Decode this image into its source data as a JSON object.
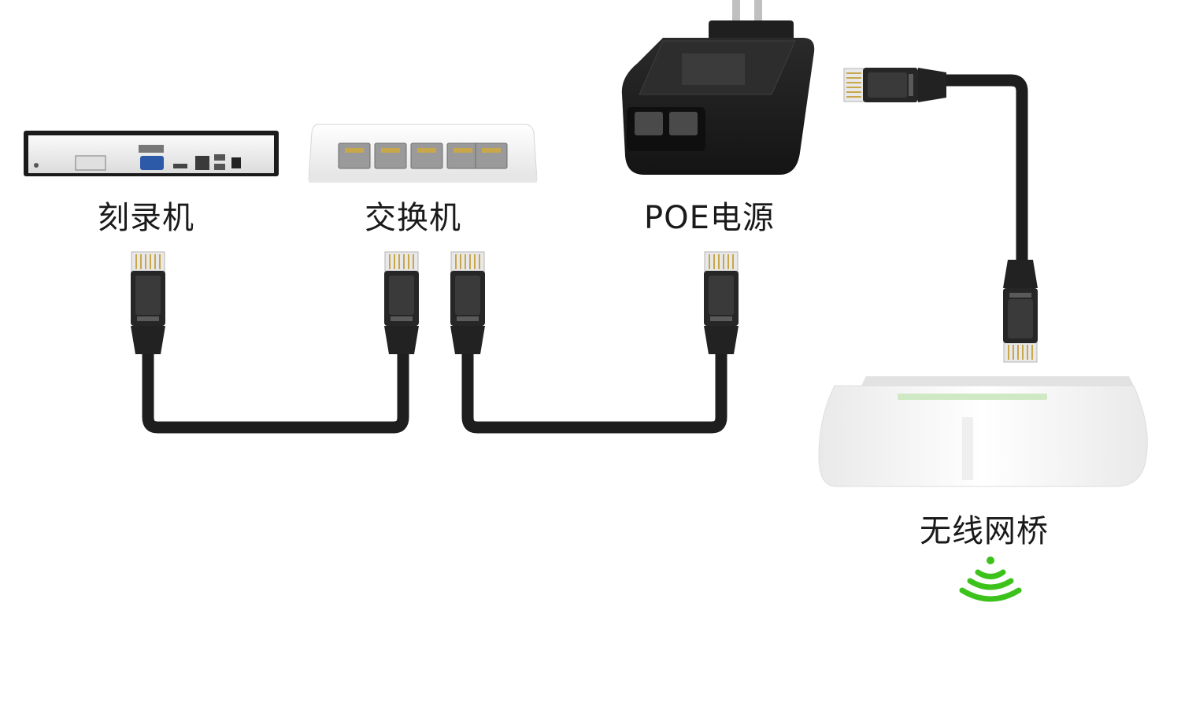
{
  "devices": {
    "nvr": {
      "label": "刻录机",
      "icon": "nvr-recorder-icon"
    },
    "switch": {
      "label": "交换机",
      "icon": "network-switch-icon",
      "ports": 5
    },
    "poe": {
      "label": "POE电源",
      "icon": "poe-power-adapter-icon",
      "ports": 2
    },
    "bridge": {
      "label": "无线网桥",
      "icon": "wireless-bridge-icon"
    }
  },
  "connections": [
    {
      "from": "nvr",
      "to": "switch",
      "medium": "ethernet-cable"
    },
    {
      "from": "switch",
      "to": "poe",
      "medium": "ethernet-cable"
    },
    {
      "from": "poe",
      "to": "bridge",
      "medium": "ethernet-cable"
    }
  ],
  "colors": {
    "cable": "#1e1e1e",
    "device_body_light": "#f2f2f2",
    "device_body_dark": "#1c1c1c",
    "wifi": "#3dc21b",
    "label_text": "#1a1a1a"
  }
}
